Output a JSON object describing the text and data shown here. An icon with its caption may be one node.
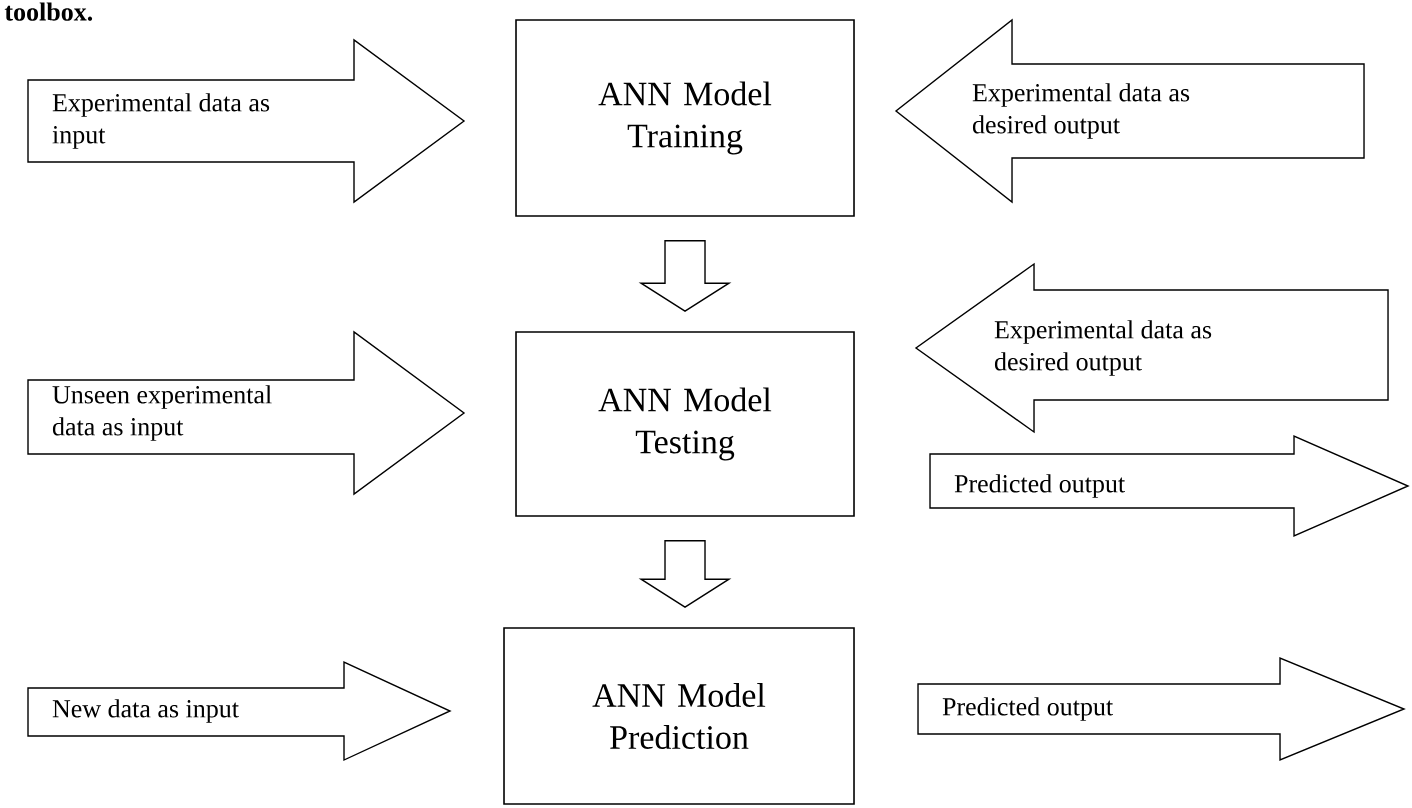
{
  "diagram": {
    "nodes": [
      {
        "text": [
          "Experimental data as input"
        ]
      },
      {
        "text": [
          "ANN Model Training"
        ]
      },
      {
        "text": [
          "Experimental data as desired output"
        ]
      },
      {
        "text": [
          "Unseen experimental data as input"
        ]
      },
      {
        "text": [
          "ANN Model Testing"
        ]
      },
      {
        "text": [
          "Experimental data as desired output"
        ]
      },
      {
        "text": [
          "Predicted output"
        ]
      },
      {
        "text": [
          "New data as input"
        ]
      },
      {
        "text": [
          "ANN Model Prediction"
        ]
      },
      {
        "text": [
          "Predicted output"
        ]
      }
    ],
    "edges": [
      {
        "from": 1,
        "to": 4,
        "arrow": "to"
      },
      {
        "from": 4,
        "to": 8,
        "arrow": "to"
      }
    ],
    "labels": [
      "toolbox."
    ]
  }
}
